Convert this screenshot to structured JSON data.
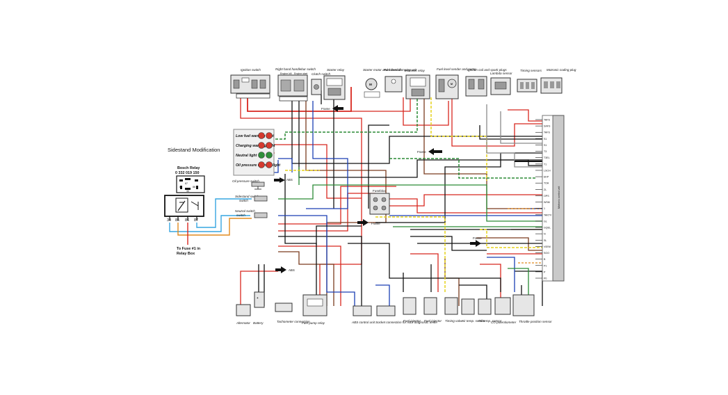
{
  "sidestand_title": "Sidestand Modification",
  "relay": {
    "name_line1": "Bosch Relay",
    "name_line2": "0 332 019 150",
    "pins": [
      "30",
      "85",
      "86",
      "87"
    ],
    "inner_pins_top": [
      "87",
      "85"
    ],
    "inner_pins_bottom": [
      "86",
      "30"
    ],
    "fuse_note_line1": "To Fuse #1 in",
    "fuse_note_line2": "Relay Box"
  },
  "top_components": [
    "Ignition switch",
    "Right hand handlebar switch",
    "Clutch switch",
    "Starter relay",
    "Starter motor and solenoid",
    "Fuel level damping unit",
    "Motronic relay",
    "Fuel level sender and pump",
    "Ignition coil and spark plugs",
    "Lambda sensor",
    "Timing sensors",
    "Motronic coding plug"
  ],
  "handlebar_sub": [
    "Engine kill",
    "Engine start"
  ],
  "lamps": [
    {
      "label": "Low fuel warning light",
      "color": "#d43a2f"
    },
    {
      "label": "Charging warning light",
      "color": "#d43a2f"
    },
    {
      "label": "Neutral light",
      "color": "#2f8f3a"
    },
    {
      "label": "Oil pressure warning light",
      "color": "#d43a2f"
    }
  ],
  "left_labels": [
    "Oil pressure switch",
    "Sidestand switch",
    "Neutral switch"
  ],
  "middle_labels": [
    "Fuseblox"
  ],
  "arrows": [
    "Frame",
    "Frame",
    "Frame",
    "ABS",
    "ABS",
    "Frame"
  ],
  "ecu_label": "Motronic control unit",
  "ecu_pins": [
    "TAFS",
    "SAFS",
    "TAFS",
    "S1",
    "S1",
    "T3",
    "T3EL",
    "T1",
    "LSCH",
    "EKP",
    "TOA",
    "ZL",
    "OPS",
    "WSM",
    "1",
    "TAKTV",
    "GL",
    "GQEL",
    "N",
    "SL",
    "V0EM",
    "SOO",
    "B",
    "P1",
    "P",
    "P0"
  ],
  "bottom_components": [
    "Alternator",
    "Battery",
    "Tachometer connection",
    "Fuel pump relay",
    "ABS control unit",
    "Socket connection for ABS diagnostic tester",
    "Fuel injector",
    "Fuel injector",
    "Timing valve",
    "Air temp. sensor",
    "Oil temp. sensor",
    "CO potentiometer",
    "Throttle position sensor"
  ],
  "colors": {
    "red": "#d8261e",
    "brown": "#7a3b1e",
    "blue": "#1a3fb3",
    "green": "#2a8a35",
    "yellow": "#e6d21a",
    "black": "#111111",
    "orange": "#e08a1e",
    "lightblue": "#36a6e0",
    "grey": "#8a8a8a",
    "ecu": "#c9c9c9"
  }
}
